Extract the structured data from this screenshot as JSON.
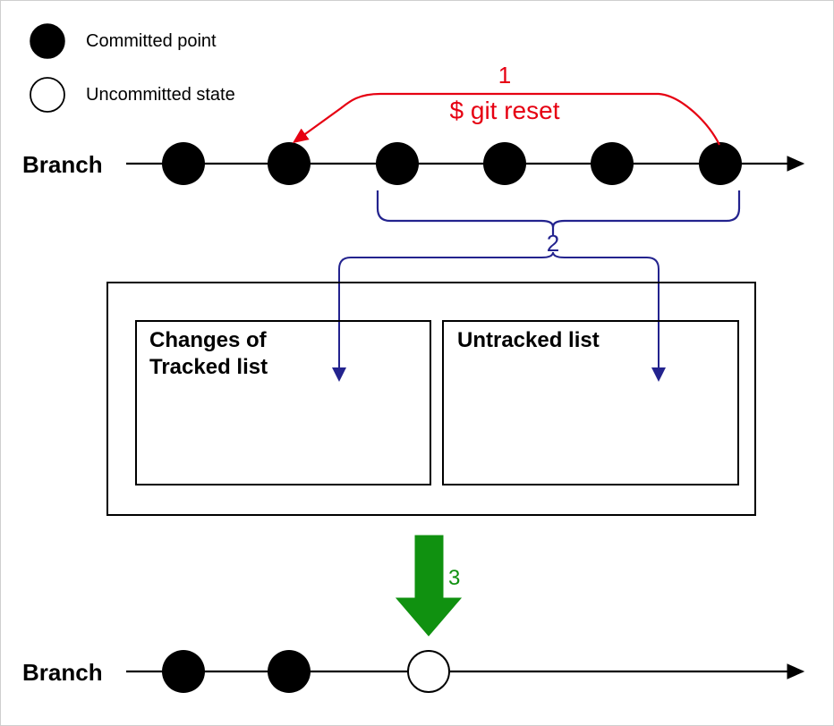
{
  "diagram": {
    "title": "git reset diagram",
    "colors": {
      "red": "#e60012",
      "blue": "#23238e",
      "green": "#109110",
      "black": "#000000",
      "white": "#ffffff",
      "border": "#cfcfcf"
    },
    "legend": {
      "items": [
        {
          "icon": "filled-circle-icon",
          "label": "Committed point",
          "fill": "#000000"
        },
        {
          "icon": "hollow-circle-icon",
          "label": "Uncommitted state",
          "fill": "#ffffff"
        }
      ]
    },
    "top_branch": {
      "label": "Branch",
      "commit_count": 6,
      "commit_states": [
        "committed",
        "committed",
        "committed",
        "committed",
        "committed",
        "committed"
      ]
    },
    "bottom_branch": {
      "label": "Branch",
      "commit_count": 3,
      "commit_states": [
        "committed",
        "committed",
        "uncommitted"
      ]
    },
    "steps": [
      {
        "number": "1",
        "label": "$ git reset",
        "color": "#e60012"
      },
      {
        "number": "2",
        "label": "",
        "color": "#23238e"
      },
      {
        "number": "3",
        "label": "",
        "color": "#109110"
      }
    ],
    "step1_number": "1",
    "step1_command": "$ git reset",
    "step2_number": "2",
    "step3_number": "3",
    "working_area": {
      "boxes": [
        {
          "title_line1": "Changes of",
          "title_line2": "Tracked list"
        },
        {
          "title_line1": "Untracked list",
          "title_line2": ""
        }
      ]
    }
  }
}
